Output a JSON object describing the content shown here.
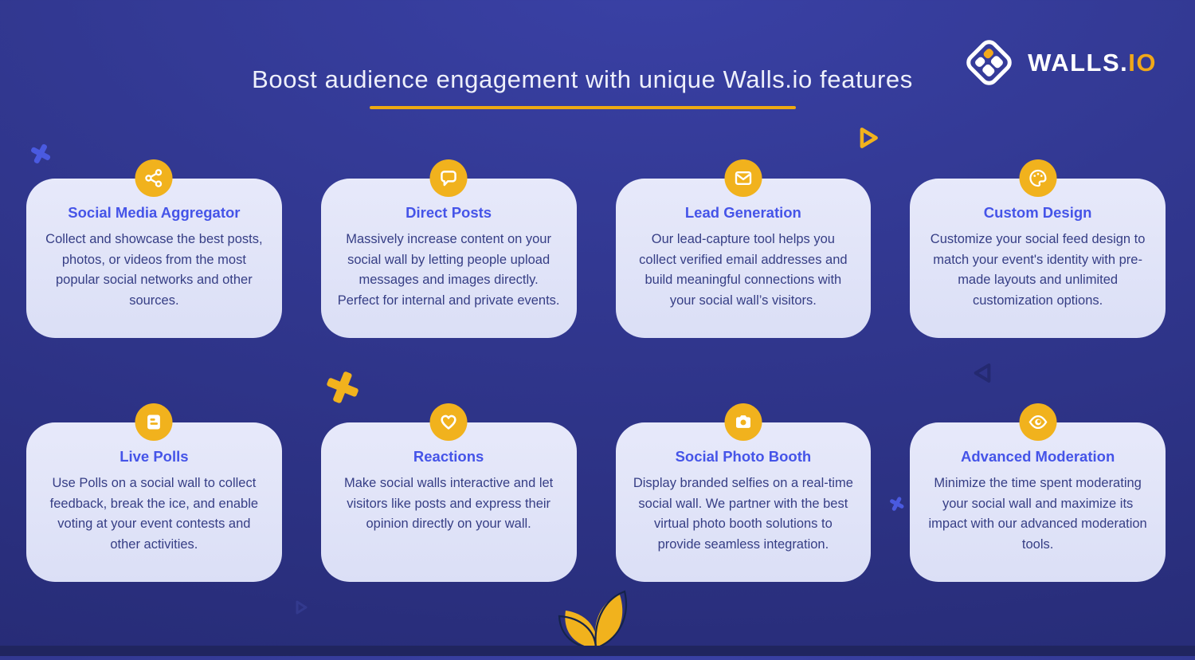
{
  "theme": {
    "background_top": "#3a41a6",
    "background_bottom": "#272c77",
    "footer_bar": "#20255f",
    "card_background": "#dfe2f8",
    "card_title_color": "#4554e8",
    "card_text_color": "#363e85",
    "icon_circle_color": "#f1b21d",
    "accent_yellow": "#eda912",
    "heading_color": "#eef0fb",
    "deco_plus_blue": "#4a5ae0"
  },
  "header": {
    "title": "Boost audience engagement with unique Walls.io features",
    "logo_primary": "WALLS.",
    "logo_secondary": "IO"
  },
  "cards": [
    {
      "icon": "share-icon",
      "title": "Social Media Aggregator",
      "description": "Collect and showcase the best posts, photos, or videos from the most popular social networks and other sources."
    },
    {
      "icon": "speech-bubble-icon",
      "title": "Direct Posts",
      "description": "Massively increase content on your social wall by letting people upload messages and images directly. Perfect for internal and private events."
    },
    {
      "icon": "envelope-icon",
      "title": "Lead Generation",
      "description": "Our lead-capture tool helps you collect verified email addresses and build meaningful connections with your social wall’s visitors."
    },
    {
      "icon": "palette-icon",
      "title": "Custom Design",
      "description": "Customize your social feed design to match your event's identity with pre-made layouts and unlimited customization options."
    },
    {
      "icon": "poll-icon",
      "title": "Live Polls",
      "description": "Use Polls on a social wall to collect feedback, break the ice, and enable voting at your event contests and other activities."
    },
    {
      "icon": "heart-icon",
      "title": "Reactions",
      "description": "Make social walls interactive and let visitors like posts and express their opinion directly on your wall."
    },
    {
      "icon": "camera-icon",
      "title": "Social Photo Booth",
      "description": "Display branded selfies on a real-time social wall. We partner with the best virtual photo booth solutions to provide seamless integration."
    },
    {
      "icon": "eye-icon",
      "title": "Advanced Moderation",
      "description": "Minimize the time spent moderating your social wall and maximize its impact with our advanced moderation tools."
    }
  ]
}
